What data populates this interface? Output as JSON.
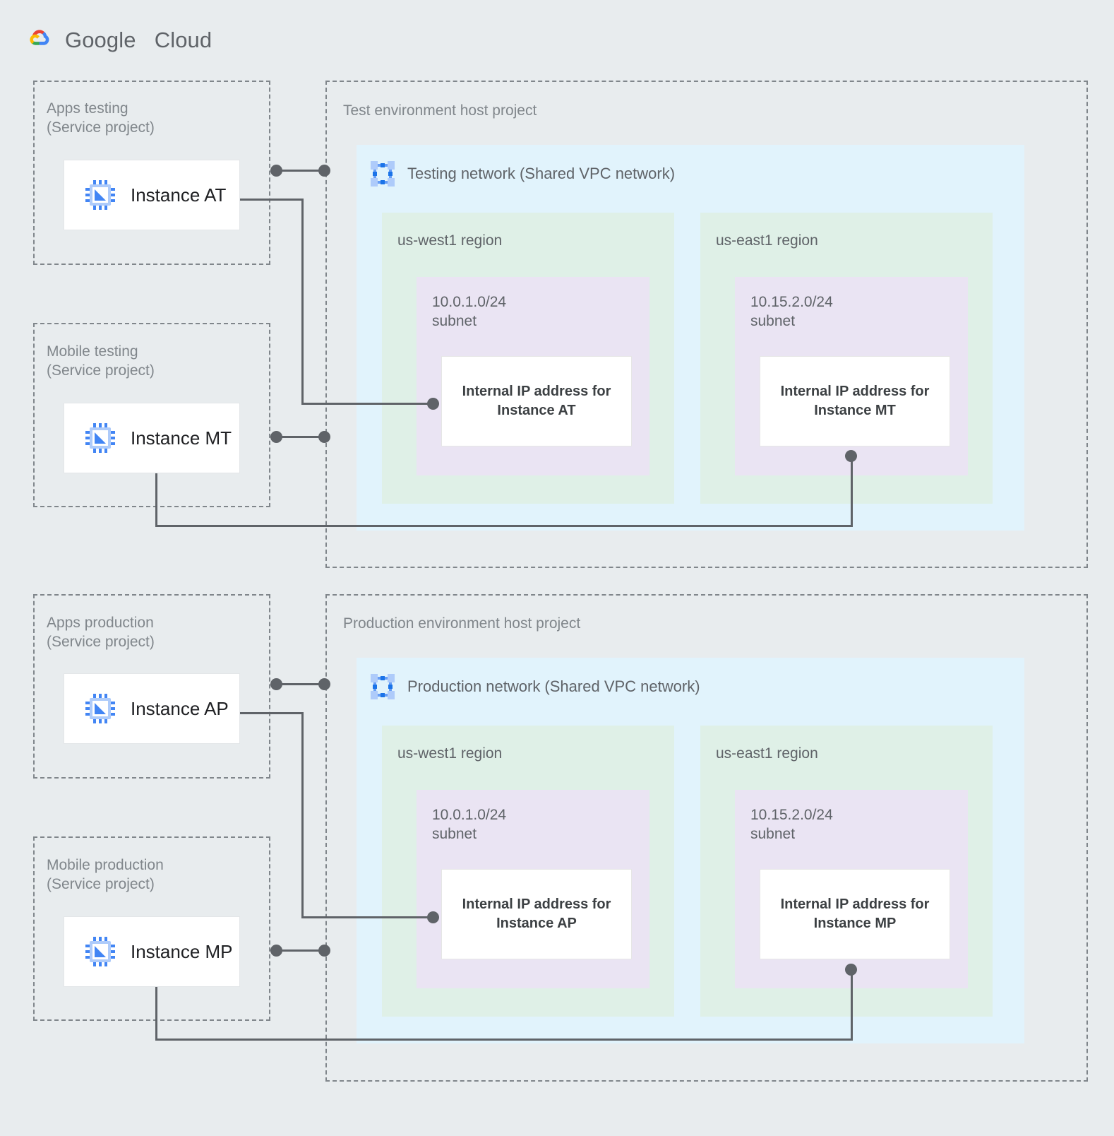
{
  "brand": {
    "name_bold": "Google",
    "name_light": "Cloud",
    "logo_icon": "google-cloud-logo",
    "colors": {
      "red": "#ea4335",
      "yellow": "#fbbc04",
      "green": "#34a853",
      "blue": "#4285f4"
    }
  },
  "palette": {
    "background": "#e8ecee",
    "dashed_border": "#80868b",
    "network_fill": "#e1f3fc",
    "region_fill": "#dff0e7",
    "subnet_fill": "#eae4f3",
    "card_fill": "#ffffff",
    "connector": "#5f6368",
    "label_text": "#5f6368",
    "instance_text": "#202124",
    "ip_text": "#3c4043",
    "icon_blue": "#4285f4",
    "icon_light_blue": "#aecbfa"
  },
  "service_projects": [
    {
      "id": "apps-testing",
      "title": "Apps testing\n(Service project)",
      "instance": {
        "label": "Instance AT",
        "icon": "vm-chip-icon"
      }
    },
    {
      "id": "mobile-testing",
      "title": "Mobile testing\n(Service project)",
      "instance": {
        "label": "Instance MT",
        "icon": "vm-chip-icon"
      }
    },
    {
      "id": "apps-production",
      "title": "Apps production\n(Service project)",
      "instance": {
        "label": "Instance AP",
        "icon": "vm-chip-icon"
      }
    },
    {
      "id": "mobile-production",
      "title": "Mobile production\n(Service project)",
      "instance": {
        "label": "Instance MP",
        "icon": "vm-chip-icon"
      }
    }
  ],
  "host_projects": [
    {
      "id": "test-host-project",
      "title": "Test environment host project",
      "network": {
        "title": "Testing network (Shared VPC network)",
        "icon": "vpc-network-icon"
      },
      "regions": [
        {
          "id": "test-us-west1",
          "label": "us-west1 region",
          "subnet": {
            "label": "10.0.1.0/24\nsubnet",
            "ip_box": "Internal IP address for Instance AT"
          }
        },
        {
          "id": "test-us-east1",
          "label": "us-east1 region",
          "subnet": {
            "label": "10.15.2.0/24\nsubnet",
            "ip_box": "Internal IP address for Instance MT"
          }
        }
      ]
    },
    {
      "id": "production-host-project",
      "title": "Production environment host project",
      "network": {
        "title": "Production network (Shared VPC network)",
        "icon": "vpc-network-icon"
      },
      "regions": [
        {
          "id": "prod-us-west1",
          "label": "us-west1 region",
          "subnet": {
            "label": "10.0.1.0/24\nsubnet",
            "ip_box": "Internal IP address for Instance AP"
          }
        },
        {
          "id": "prod-us-east1",
          "label": "us-east1 region",
          "subnet": {
            "label": "10.15.2.0/24\nsubnet",
            "ip_box": "Internal IP address for Instance MP"
          }
        }
      ]
    }
  ]
}
